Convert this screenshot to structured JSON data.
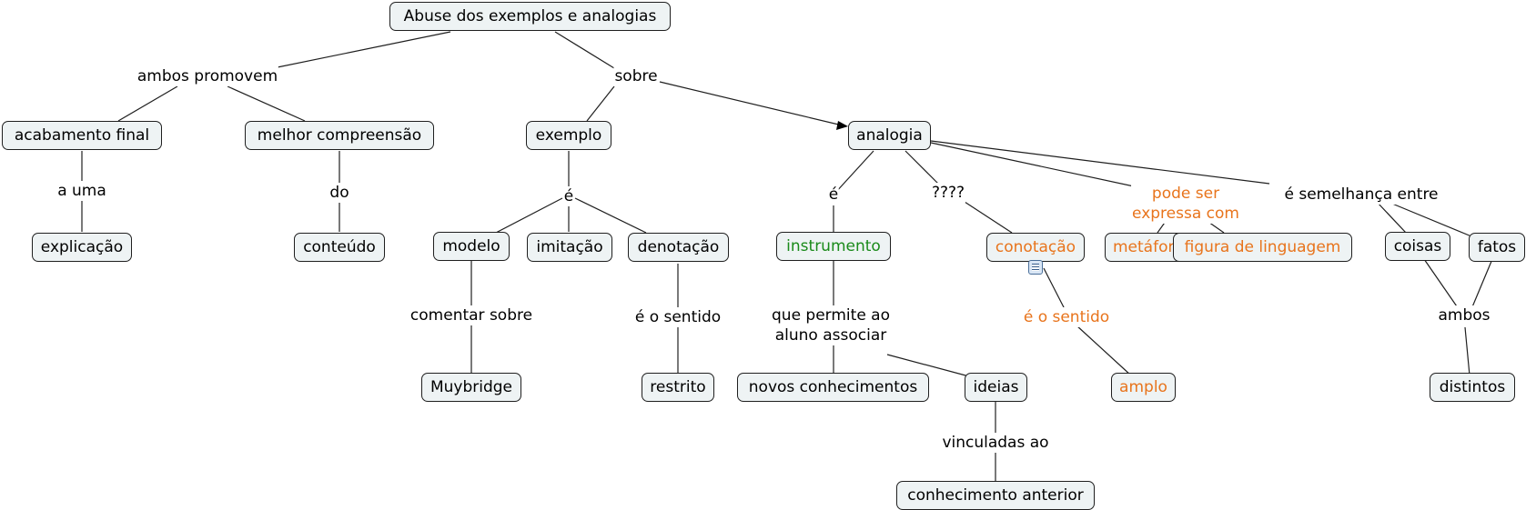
{
  "concepts": {
    "abuse": "Abuse dos exemplos e analogias",
    "acabamento": "acabamento final",
    "melhor": "melhor compreensão",
    "exemplo": "exemplo",
    "analogia": "analogia",
    "explicacao": "explicação",
    "conteudo": "conteúdo",
    "modelo": "modelo",
    "imitacao": "imitação",
    "denotacao": "denotação",
    "instrumento": "instrumento",
    "conotacao": "conotação",
    "metafora": "metáfora",
    "figura": "figura de linguagem",
    "coisas": "coisas",
    "fatos": "fatos",
    "muybridge": "Muybridge",
    "restrito": "restrito",
    "novos": "novos conhecimentos",
    "ideias": "ideias",
    "amplo": "amplo",
    "distintos": "distintos",
    "anterior": "conhecimento anterior"
  },
  "links": {
    "ambos_promovem": "ambos promovem",
    "sobre": "sobre",
    "a_uma": "a uma",
    "do": "do",
    "e_exemplo": "é",
    "e_analogia": "é",
    "interrogacao": "????",
    "pode_ser": "pode ser\nexpressa com",
    "semelhanca": "é semelhança entre",
    "comentar": "comentar sobre",
    "sentido_restrito": "é o sentido",
    "permite": "que permite ao\naluno associar",
    "sentido_amplo": "é o sentido",
    "ambos": "ambos",
    "vinculadas": "vinculadas ao"
  },
  "colors": {
    "node_fill": "#eef3f4",
    "node_border": "#1f1f1f",
    "line": "#1f1f1f",
    "green_text": "#1a8a1a",
    "orange_text": "#e8741c"
  },
  "icons": [
    "resource-icon"
  ]
}
